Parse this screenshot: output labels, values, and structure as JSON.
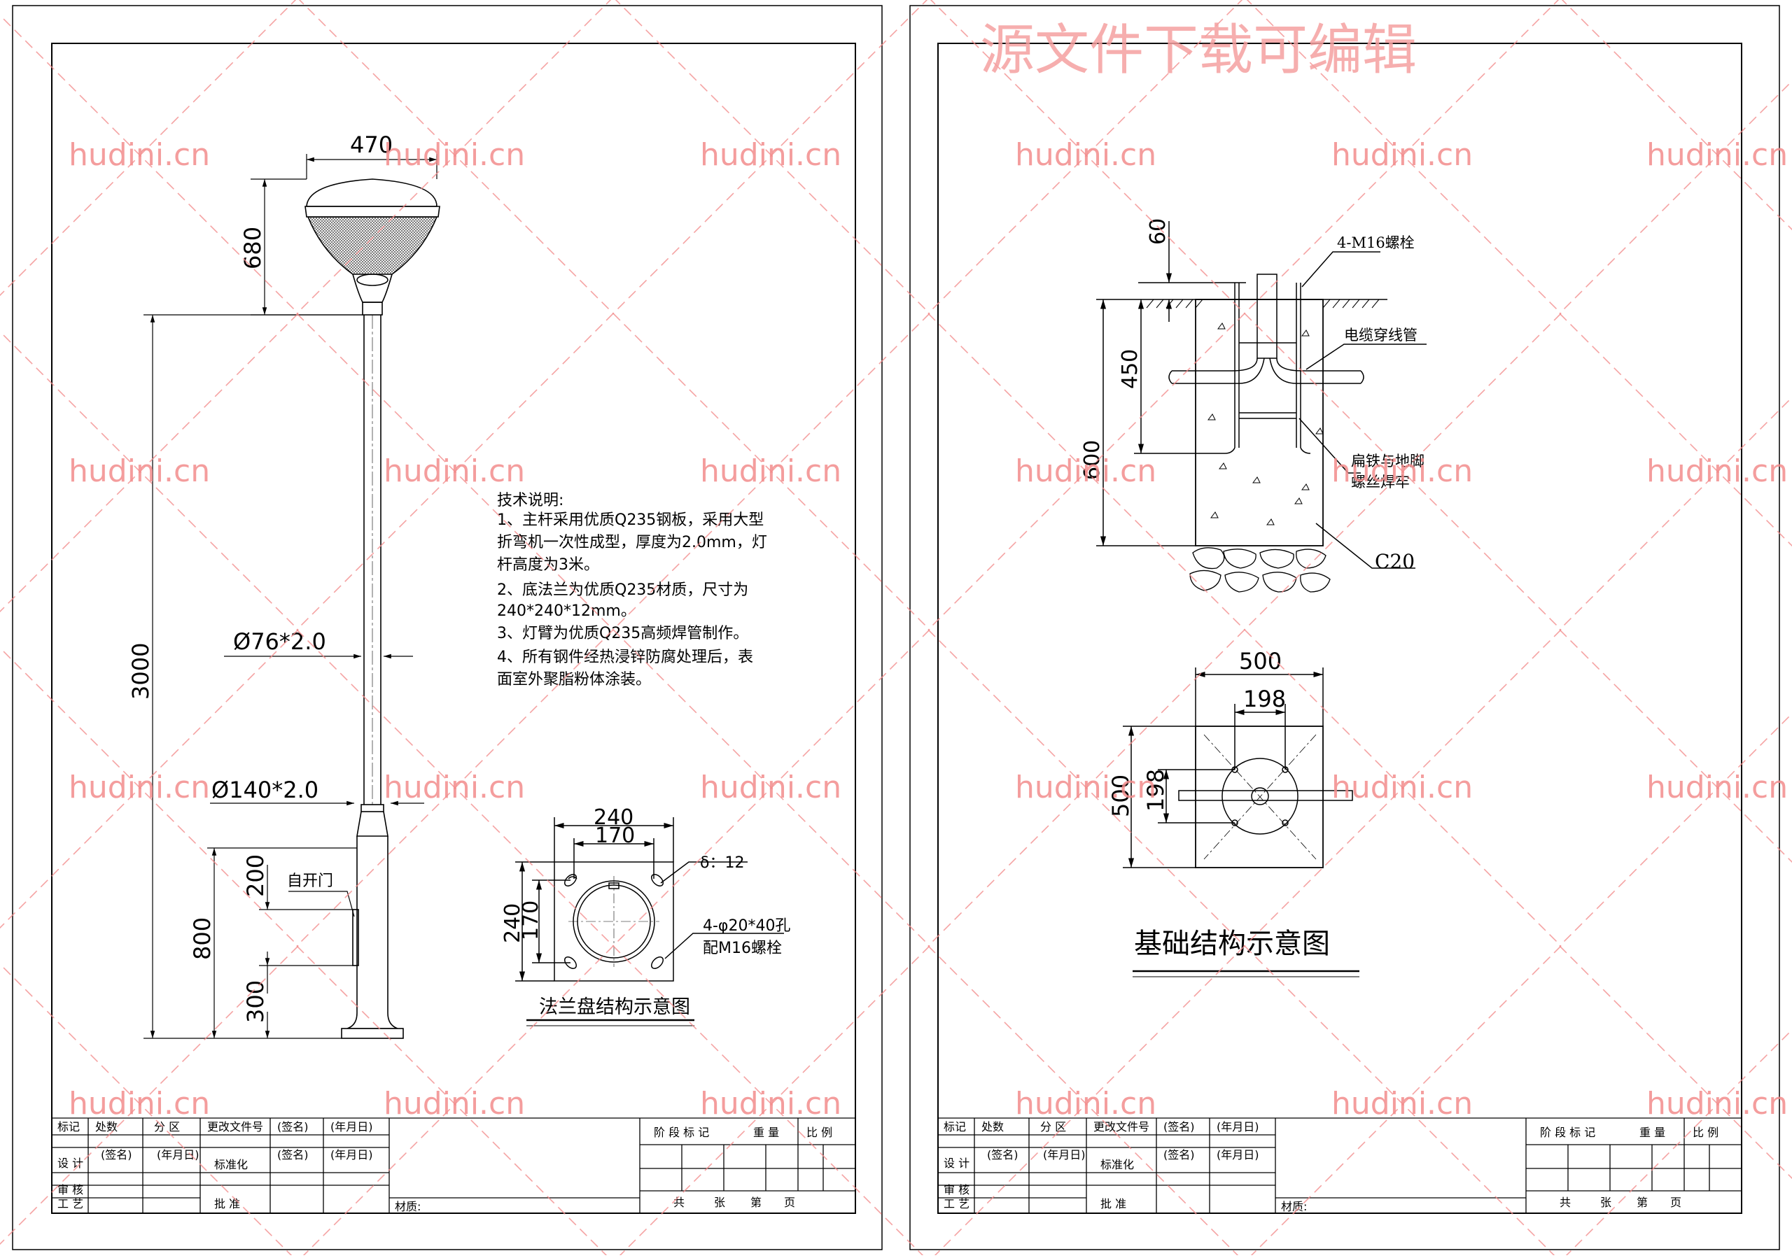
{
  "watermark": {
    "top_banner": "源文件下载可编辑",
    "site": "hudini.cn",
    "color": "#f28c8c"
  },
  "left_sheet": {
    "pole_dims": {
      "head_width": "470",
      "head_height": "680",
      "pole_height": "3000",
      "upper_dia": "Ø76*2.0",
      "lower_dia": "Ø140*2.0",
      "door_width": "200",
      "base_height": "800",
      "door_bottom": "300",
      "door_label": "自开门"
    },
    "tech_notes": {
      "title": "技术说明:",
      "lines": [
        "1、主杆采用优质Q235钢板，采用大型",
        "折弯机一次性成型，厚度为2.0mm，灯",
        "杆高度为3米。",
        "2、底法兰为优质Q235材质，尺寸为",
        "240*240*12mm。",
        "3、灯臂为优质Q235高频焊管制作。",
        "4、所有钢件经热浸锌防腐处理后，表",
        "面室外聚脂粉体涂装。"
      ]
    },
    "flange": {
      "outer": "240",
      "inner": "170",
      "outer_v": "240",
      "inner_v": "170",
      "thickness": "δ：12",
      "holes": "4-φ20*40孔",
      "bolts": "配M16螺栓",
      "title": "法兰盘结构示意图"
    }
  },
  "right_sheet": {
    "foundation": {
      "top_dim": "60",
      "bolt_label": "4-M16螺栓",
      "cable_label": "电缆穿线管",
      "depth_450": "450",
      "depth_600": "600",
      "weld_label_1": "扁铁与地脚",
      "weld_label_2": "螺丝焊牢",
      "concrete": "C20"
    },
    "plan": {
      "width": "500",
      "inner": "198",
      "height": "500",
      "inner_v": "198"
    },
    "title": "基础结构示意图"
  },
  "title_block": {
    "row1": [
      "标记",
      "处数",
      "分 区",
      "更改文件号",
      "(签名)",
      "(年月日)"
    ],
    "row2": [
      "设 计",
      "(签名)",
      "(年月日)",
      "标准化",
      "(签名)",
      "(年月日)"
    ],
    "review": "审 核",
    "craft": "工 艺",
    "approve": "批 准",
    "material": "材质:",
    "stage_mark": "阶 段 标 记",
    "weight": "重 量",
    "scale": "比 例",
    "total": "共",
    "sheet": "张",
    "page": "第",
    "page_unit": "页"
  }
}
